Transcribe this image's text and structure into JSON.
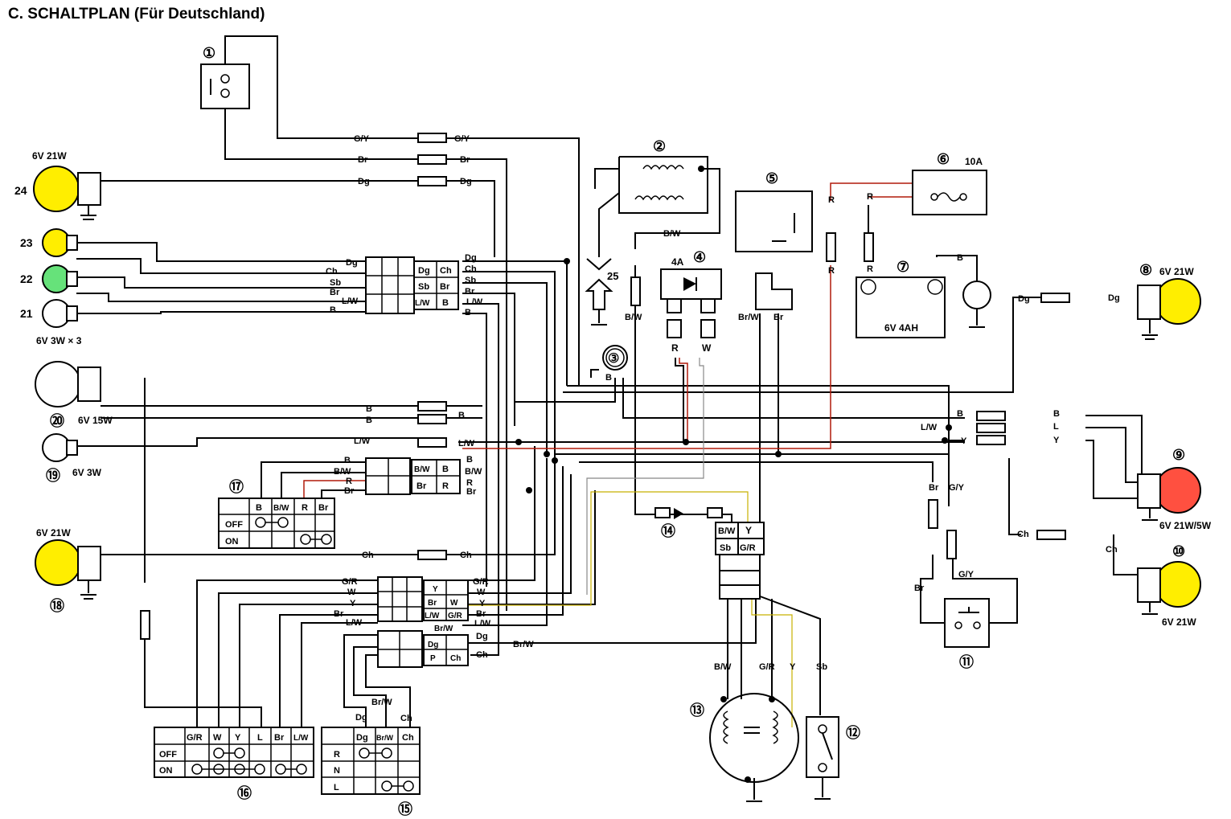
{
  "title": "C.  SCHALTPLAN  (Für Deutschland)",
  "colors": {
    "lamp_yellow": "#ffee00",
    "lamp_green": "#66e27a",
    "lamp_red": "#ff5040",
    "lamp_white": "#ffffff",
    "wire_red": "#b01a0a",
    "wire_yellow": "#c8b000",
    "wire_black": "#000000"
  },
  "components": [
    {
      "num": "①"
    },
    {
      "num": "②"
    },
    {
      "num": "③"
    },
    {
      "num": "④",
      "rating": "4A"
    },
    {
      "num": "⑤"
    },
    {
      "num": "⑥",
      "rating": "10A"
    },
    {
      "num": "⑦",
      "rating": "6V 4AH"
    },
    {
      "num": "⑧",
      "rating": "6V 21W"
    },
    {
      "num": "⑨",
      "rating": "6V 21W/5W"
    },
    {
      "num": "⑩",
      "rating": "6V 21W"
    },
    {
      "num": "⑪"
    },
    {
      "num": "⑫"
    },
    {
      "num": "⑬"
    },
    {
      "num": "⑭"
    },
    {
      "num": "⑮"
    },
    {
      "num": "⑯"
    },
    {
      "num": "⑰"
    },
    {
      "num": "⑱",
      "rating": "6V 21W"
    },
    {
      "num": "⑲",
      "rating": "6V 3W"
    },
    {
      "num": "⑳",
      "rating": "6V 15W"
    },
    {
      "num": "21",
      "rating": "6V 3W × 3"
    },
    {
      "num": "22"
    },
    {
      "num": "23"
    },
    {
      "num": "24",
      "rating": "6V 21W"
    },
    {
      "num": "25"
    }
  ],
  "wire_labels": {
    "GY": "G/Y",
    "Br": "Br",
    "Dg": "Dg",
    "Ch": "Ch",
    "Sb": "Sb",
    "LW": "L/W",
    "B": "B",
    "BW": "B/W",
    "R": "R",
    "W": "W",
    "Y": "Y",
    "L": "L",
    "GR": "G/R",
    "BrW": "Br/W",
    "P": "P",
    "BW_split": "B/W"
  },
  "switch_17": {
    "headers": [
      "B",
      "B/W",
      "R",
      "Br"
    ],
    "rows": [
      "OFF",
      "ON"
    ]
  },
  "switch_16": {
    "headers": [
      "G/R",
      "W",
      "Y",
      "L",
      "Br",
      "L/W"
    ],
    "rows": [
      "OFF",
      "ON"
    ]
  },
  "switch_15": {
    "headers": [
      "Dg",
      "Br/W",
      "Ch"
    ],
    "rows": [
      "R",
      "N",
      "L"
    ]
  }
}
